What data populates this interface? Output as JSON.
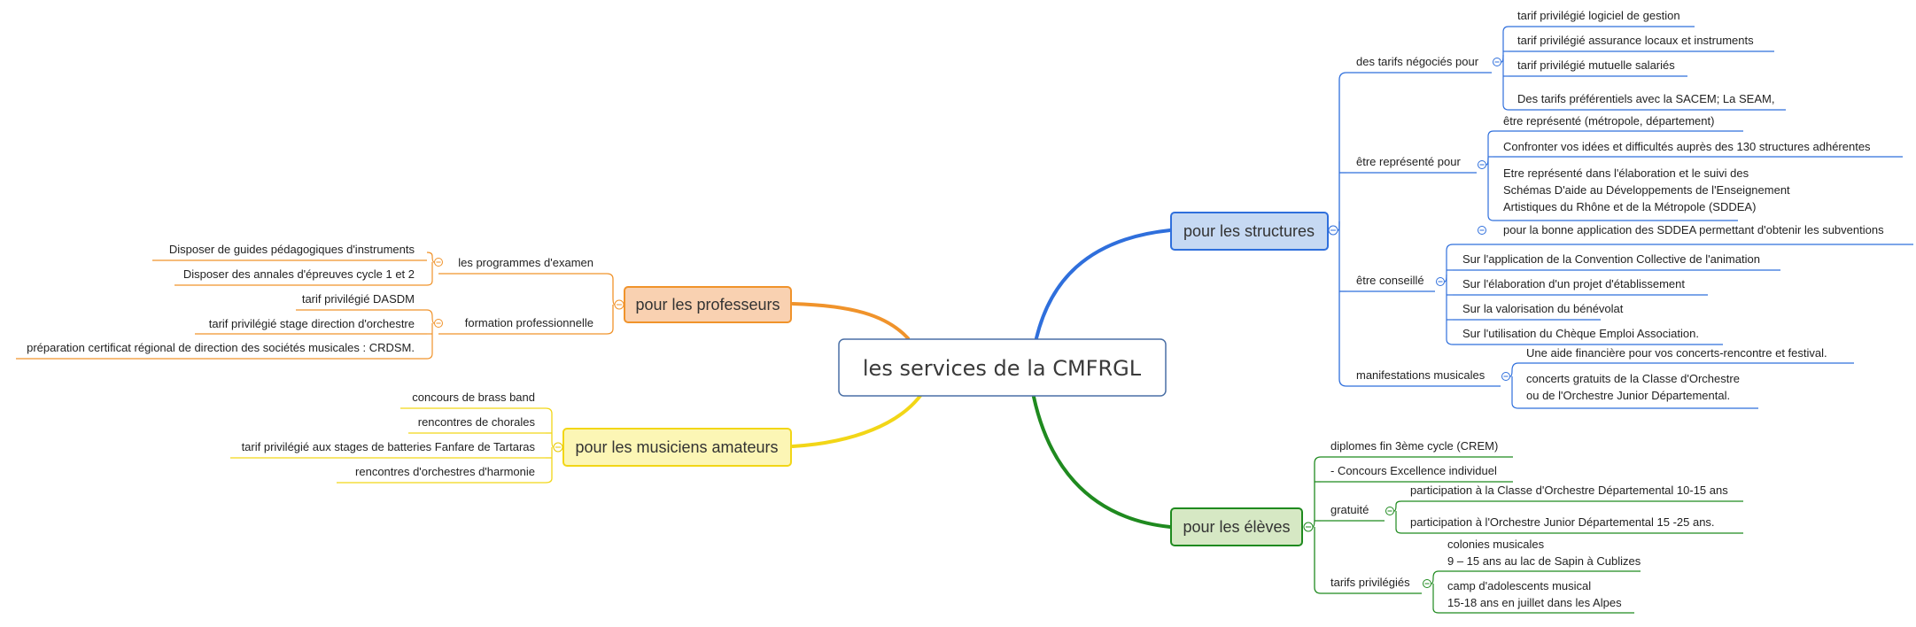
{
  "map": {
    "root": "les services de la CMFRGL",
    "structures": {
      "title": "pour les structures",
      "tarifs": {
        "label": "des tarifs négociés pour",
        "items": [
          "tarif privilégié logiciel de gestion",
          "tarif privilégié assurance locaux et instruments",
          "tarif privilégié mutuelle salariés",
          "Des tarifs préférentiels avec la SACEM; La SEAM,"
        ]
      },
      "represente": {
        "label": "être représenté pour",
        "items": [
          "être représenté (métropole, département)",
          "Confronter vos idées et difficultés auprès des 130 structures adhérentes"
        ],
        "schema_lines": [
          "Etre représenté dans l'élaboration et le suivi des",
          "Schémas D'aide au Développements de l'Enseignement",
          "Artistiques du Rhône et de la Métropole (SDDEA)"
        ]
      },
      "conseille": {
        "label": "être conseillé",
        "top_item": "pour la bonne application des SDDEA permettant d'obtenir les subventions",
        "items": [
          "Sur l'application de la Convention Collective de l'animation",
          "Sur l'élaboration d'un projet d'établissement",
          "Sur la valorisation du bénévolat",
          "Sur l'utilisation du Chèque Emploi Association."
        ]
      },
      "manif": {
        "label": "manifestations musicales",
        "item1": "Une aide financière pour vos concerts-rencontre et festival.",
        "item2_lines": [
          "concerts gratuits de la Classe d'Orchestre",
          "ou de l'Orchestre Junior Départemental."
        ]
      }
    },
    "eleves": {
      "title": "pour les élèves",
      "diplomes": "diplomes fin 3ème cycle (CREM)",
      "concours": "- Concours Excellence individuel",
      "gratuite": {
        "label": "gratuité",
        "items": [
          "participation à la Classe d'Orchestre Départemental 10-15 ans",
          "participation à l'Orchestre Junior Départemental 15 -25 ans."
        ]
      },
      "tarifs": {
        "label": "tarifs privilégiés",
        "colonies_lines": [
          "colonies musicales",
          "9 – 15 ans au lac de Sapin à Cublizes"
        ],
        "camp_lines": [
          "camp d'adolescents musical",
          "15-18 ans en juillet dans les Alpes"
        ]
      }
    },
    "professeurs": {
      "title": "pour les professeurs",
      "examens": {
        "label": "les programmes d'examen",
        "items": [
          "Disposer de guides pédagogiques d'instruments",
          "Disposer des annales d'épreuves cycle 1 et 2"
        ]
      },
      "formation": {
        "label": "formation professionnelle",
        "items": [
          "tarif privilégié DASDM",
          "tarif privilégié stage direction d'orchestre"
        ]
      },
      "crdsm": "préparation certificat régional de direction des sociétés musicales : CRDSM."
    },
    "musiciens": {
      "title": "pour les musiciens amateurs",
      "items": [
        "concours de brass band",
        "rencontres de chorales",
        "tarif privilégié aux stages de batteries Fanfare de Tartaras",
        "rencontres d'orchestres d'harmonie"
      ]
    }
  },
  "colors": {
    "structures": "#2f6fdc",
    "structures_fill": "#c6d9f3",
    "eleves": "#1f8a1f",
    "eleves_fill": "#d6e8c4",
    "professeurs": "#f0932b",
    "professeurs_fill": "#f9d1b1",
    "musiciens": "#f2d617",
    "musiciens_fill": "#fcf6b5"
  }
}
